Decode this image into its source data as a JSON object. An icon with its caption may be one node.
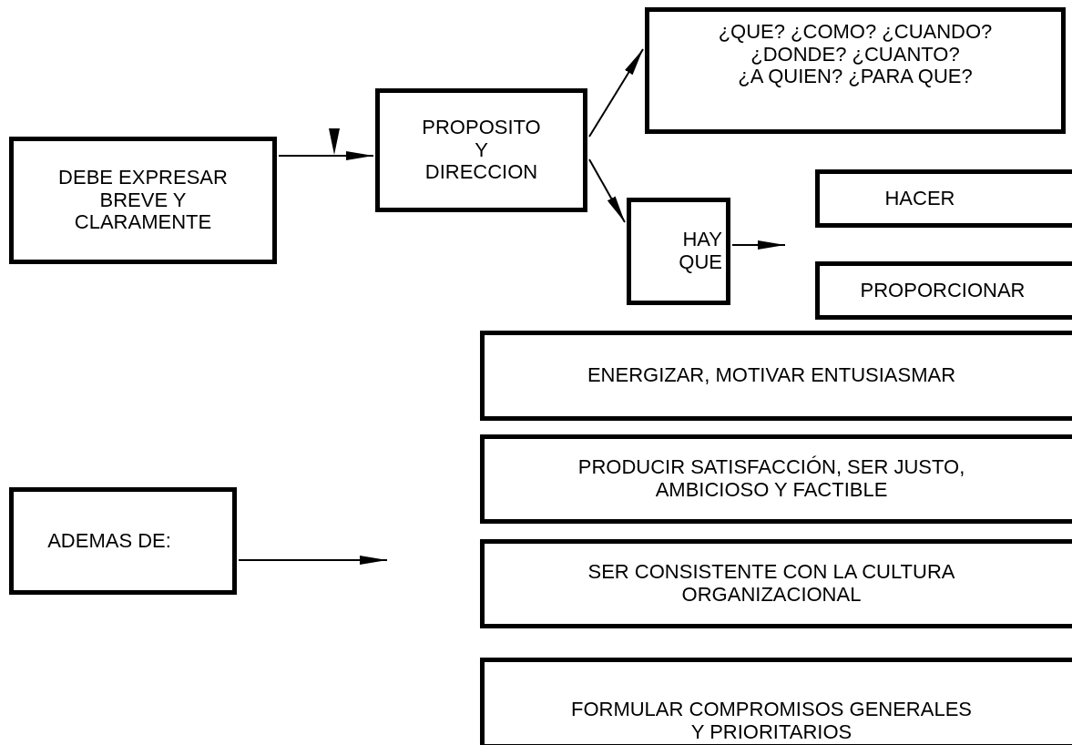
{
  "diagram": {
    "nodes": [
      {
        "text": [
          "DEBE EXPRESAR BREVE Y CLARAMENTE"
        ]
      },
      {
        "text": [
          "PROPOSITO Y DIRECCION"
        ]
      },
      {
        "text": [
          "¿QUE? ¿COMO? ¿CUANDO?",
          "¿DONDE? ¿CUANTO?",
          "¿A QUIEN? ¿PARA QUE?"
        ]
      },
      {
        "text": [
          "HAY QUE"
        ]
      },
      {
        "text": [
          "HACER"
        ]
      },
      {
        "text": [
          "PROPORCIONAR"
        ]
      },
      {
        "text": [
          "ENERGIZAR, MOTIVAR ENTUSIASMAR"
        ]
      },
      {
        "text": [
          "PRODUCIR SATISFACCIÓN, SER JUSTO, AMBICIOSO Y FACTIBLE"
        ]
      },
      {
        "text": [
          "SER CONSISTENTE CON LA CULTURA ORGANIZACIONAL"
        ]
      },
      {
        "text": [
          "FORMULAR COMPROMISOS GENERALES Y PRIORITARIOS"
        ]
      },
      {
        "text": [
          "ADEMAS DE:"
        ]
      }
    ],
    "edges": [
      {
        "from": 0,
        "to": 1,
        "arrow": "to"
      },
      {
        "from": 1,
        "to": 2,
        "arrow": "to"
      },
      {
        "from": 1,
        "to": 3,
        "arrow": "to"
      },
      {
        "from": 3,
        "to": null,
        "arrow": "to"
      },
      {
        "from": 10,
        "to": null,
        "arrow": "to"
      }
    ]
  }
}
